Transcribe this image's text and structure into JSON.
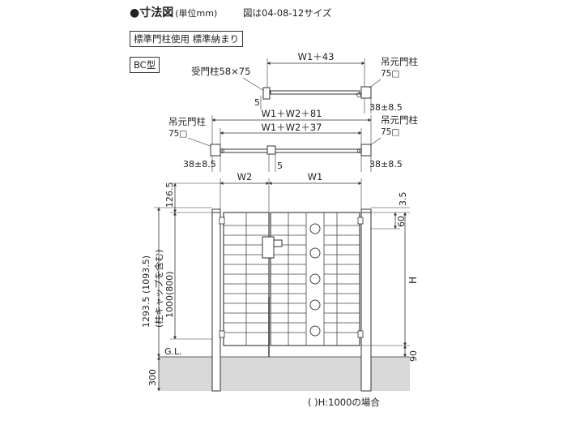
{
  "header": {
    "bullet": "●",
    "title": "寸法図",
    "unit_note": "(単位mm)",
    "size_note": "図は04-08-12サイズ"
  },
  "spec_label": "標準門柱使用 標準納まり",
  "type_label": "BC型",
  "colors": {
    "line": "#333333",
    "ground": "#d9d9d9",
    "frame": "#444444"
  },
  "top_plan": {
    "width_label": "W1＋43",
    "receive_post": "受門柱58×75",
    "hinge_post": "吊元門柱",
    "hinge_post_size": "75□",
    "offset_small": "5",
    "offset_gap": "38±8.5"
  },
  "mid_plan": {
    "hinge_post_left": "吊元門柱",
    "hinge_post_left_size": "75□",
    "hinge_post_right": "吊元門柱",
    "hinge_post_right_size": "75□",
    "width_outer": "W1＋W2＋81",
    "width_inner": "W1＋W2＋37",
    "gap_left": "38±8.5",
    "gap_right": "38±8.5",
    "offset_small": "5"
  },
  "elevation": {
    "w2": "W2",
    "w1": "W1",
    "top_clear": "126.5",
    "post_height": "1293.5 (1093.5)",
    "post_height_note": "(柱キャップを含む)",
    "door_height": "1000(800)",
    "top_offset": "3.5",
    "top_rail": "60",
    "height": "H",
    "bottom_gap": "90",
    "ground": "G.L.",
    "embed": "300",
    "footnote": "(   )H:1000の場合"
  }
}
